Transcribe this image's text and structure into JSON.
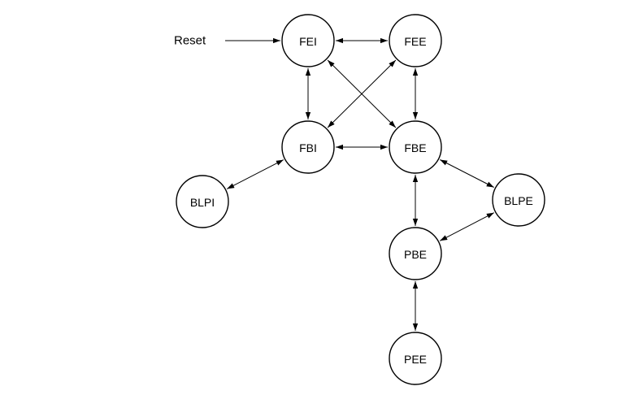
{
  "reset": {
    "label": "Reset",
    "target": "FEI"
  },
  "states": [
    {
      "id": "FEI",
      "label": "FEI"
    },
    {
      "id": "FEE",
      "label": "FEE"
    },
    {
      "id": "FBI",
      "label": "FBI"
    },
    {
      "id": "FBE",
      "label": "FBE"
    },
    {
      "id": "BLPI",
      "label": "BLPI"
    },
    {
      "id": "BLPE",
      "label": "BLPE"
    },
    {
      "id": "PBE",
      "label": "PBE"
    },
    {
      "id": "PEE",
      "label": "PEE"
    }
  ],
  "transitions": [
    {
      "from": "FEI",
      "to": "FEE",
      "bidirectional": true
    },
    {
      "from": "FEI",
      "to": "FBI",
      "bidirectional": true
    },
    {
      "from": "FEI",
      "to": "FBE",
      "bidirectional": true
    },
    {
      "from": "FEE",
      "to": "FBI",
      "bidirectional": true
    },
    {
      "from": "FEE",
      "to": "FBE",
      "bidirectional": true
    },
    {
      "from": "FBI",
      "to": "FBE",
      "bidirectional": true
    },
    {
      "from": "BLPI",
      "to": "FBI",
      "bidirectional": true
    },
    {
      "from": "FBE",
      "to": "BLPE",
      "bidirectional": true
    },
    {
      "from": "FBE",
      "to": "PBE",
      "bidirectional": true
    },
    {
      "from": "PBE",
      "to": "BLPE",
      "bidirectional": true
    },
    {
      "from": "PBE",
      "to": "PEE",
      "bidirectional": true
    }
  ]
}
